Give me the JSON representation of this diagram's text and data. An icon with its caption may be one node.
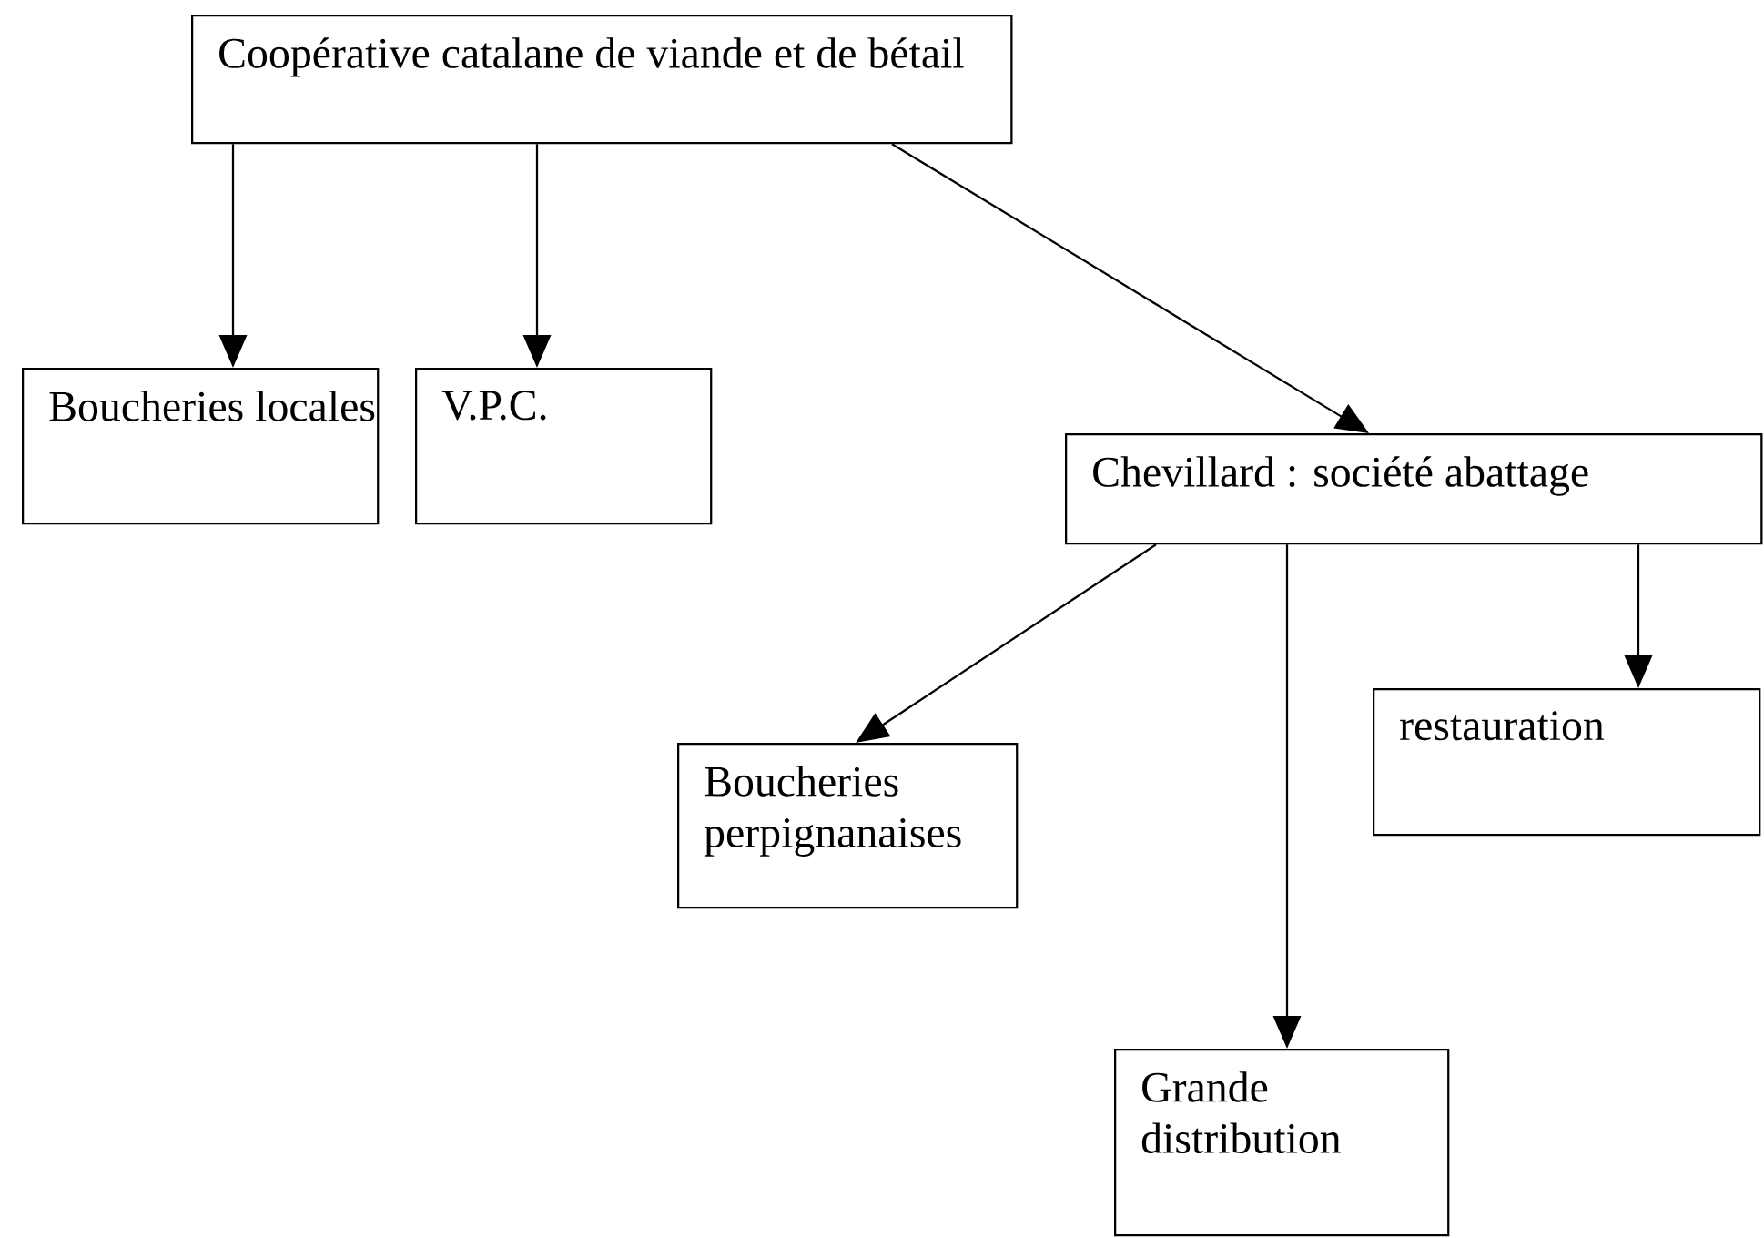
{
  "diagram": {
    "nodes": [
      {
        "text": [
          "Coopérative catalane de viande et de bétail"
        ]
      },
      {
        "text": [
          "Boucheries locales"
        ]
      },
      {
        "text": [
          "V.P.C."
        ]
      },
      {
        "text": [
          "Chevillard : société abattage"
        ]
      },
      {
        "text": [
          "restauration"
        ]
      },
      {
        "text": [
          "Boucheries perpignanaises"
        ]
      },
      {
        "text": [
          "Grande distribution"
        ]
      }
    ],
    "edges": [
      {
        "from": 0,
        "to": 1,
        "arrow": "to"
      },
      {
        "from": 0,
        "to": 2,
        "arrow": "to"
      },
      {
        "from": 0,
        "to": 3,
        "arrow": "to"
      },
      {
        "from": 3,
        "to": 5,
        "arrow": "to"
      },
      {
        "from": 3,
        "to": 6,
        "arrow": "to"
      },
      {
        "from": 3,
        "to": 4,
        "arrow": "to"
      }
    ]
  }
}
